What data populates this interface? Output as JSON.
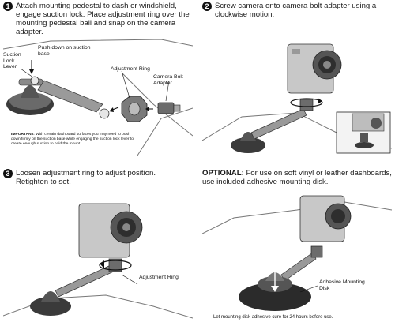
{
  "steps": [
    {
      "number": "1",
      "text": "Attach mounting pedestal to dash or windshield, engage suction lock. Place adjustment ring over the mounting pedestal ball and snap on the camera adapter.",
      "labels": {
        "push_down": "Push down on suction base",
        "suction_lock": "Suction Lock Lever",
        "adjustment_ring": "Adjustment Ring",
        "camera_bolt": "Camera Bolt Adapter"
      },
      "note_lead": "IMPORTANT:",
      "note_body": "With certain dashboard surfaces you may need to push down firmly on the suction base while engaging the suction lock lever to create enough suction to hold the mount."
    },
    {
      "number": "2",
      "text": "Screw camera onto camera bolt adapter using a clockwise motion."
    },
    {
      "number": "3",
      "text": "Loosen adjustment ring to adjust position. Retighten to set.",
      "labels": {
        "adjustment_ring": "Adjustment Ring"
      }
    }
  ],
  "optional": {
    "lead": "OPTIONAL:",
    "text": "For use on soft vinyl or leather dashboards, use included adhesive mounting disk.",
    "labels": {
      "adhesive_disk": "Adhesive Mounting Disk"
    },
    "footer": "Let mounting disk adhesive cure for 24 hours before use."
  },
  "icons": [
    "step-number-badge",
    "suction-mount",
    "camera",
    "rotation-arrow",
    "down-arrow"
  ]
}
